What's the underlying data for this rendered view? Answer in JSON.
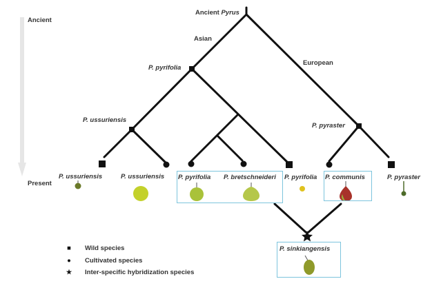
{
  "timeline": {
    "start_label": "Ancient",
    "end_label": "Present",
    "arrow_color": "#e6e6e6"
  },
  "root": {
    "label_prefix": "Ancient ",
    "label_genus": "Pyrus"
  },
  "branches": {
    "asian": "Asian",
    "european": "European"
  },
  "internal_nodes": [
    {
      "id": "pyrifolia-ancestor",
      "label": "P. pyrifolia",
      "type": "wild"
    },
    {
      "id": "ussuriensis-ancestor",
      "label": "P. ussuriensis",
      "type": "wild"
    },
    {
      "id": "pyraster-ancestor",
      "label": "P. pyraster",
      "type": "wild"
    }
  ],
  "leaves": [
    {
      "label": "P. ussuriensis",
      "type": "wild",
      "fruit_color": "#6b7a2a"
    },
    {
      "label": "P. ussuriensis",
      "type": "cultivated",
      "fruit_color": "#c3d12b"
    },
    {
      "label": "P. pyrifolia",
      "type": "cultivated",
      "fruit_color": "#a9c23a"
    },
    {
      "label": "P. bretschneideri",
      "type": "cultivated",
      "fruit_color": "#b5c74a"
    },
    {
      "label": "P. pyrifolia",
      "type": "wild",
      "fruit_color": "#e0c21e"
    },
    {
      "label": "P. communis",
      "type": "cultivated",
      "fruit_color": "#a8322a"
    },
    {
      "label": "P. pyraster",
      "type": "wild",
      "fruit_color": "#4d6b2a"
    }
  ],
  "hybrid": {
    "label": "P. sinkiangensis",
    "type": "hybrid",
    "fruit_color": "#8f9a2a"
  },
  "legend": [
    {
      "symbol": "■",
      "label": "Wild species"
    },
    {
      "symbol": "●",
      "label": "Cultivated species"
    },
    {
      "symbol": "★",
      "label": "Inter-specific hybridization species"
    }
  ],
  "colors": {
    "line": "#111111",
    "box_border": "#7cc4dd",
    "text": "#333333"
  }
}
